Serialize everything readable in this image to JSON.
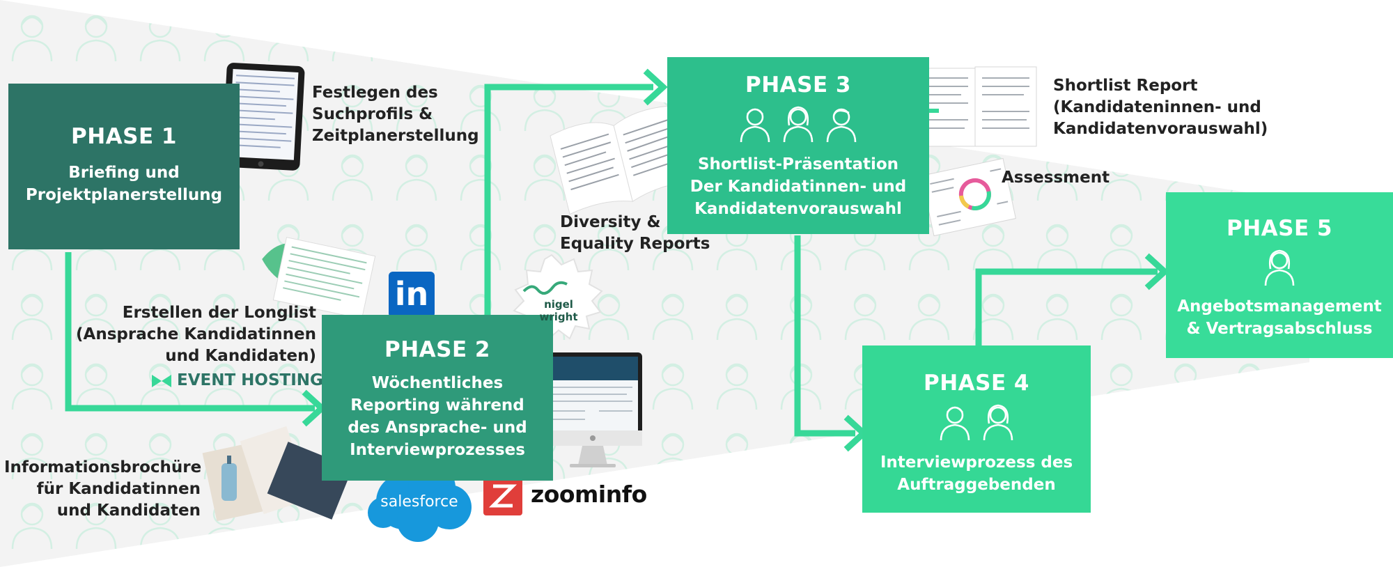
{
  "colors": {
    "phase1": "#2d7466",
    "phase2": "#2f9a7a",
    "phase3": "#2dbf8c",
    "phase4": "#35d895",
    "phase5": "#38dc99",
    "arrow": "#37d898",
    "label_text": "#222222",
    "event_hosting": "#2d7466",
    "background_shape": "#f2f2f2",
    "pattern_icon": "#cdeee0"
  },
  "phases": {
    "p1": {
      "title": "PHASE 1",
      "text_lines": [
        "Briefing und",
        "Projektplanerstellung"
      ]
    },
    "p2": {
      "title": "PHASE 2",
      "text_lines": [
        "Wöchentliches",
        "Reporting während",
        "des Ansprache- und",
        "Interviewprozesses"
      ]
    },
    "p3": {
      "title": "PHASE 3",
      "text_lines": [
        "Shortlist-Präsentation",
        "Der Kandidatinnen- und",
        "Kandidatenvorauswahl"
      ]
    },
    "p4": {
      "title": "PHASE 4",
      "text_lines": [
        "Interviewprozess des",
        "Auftraggebenden"
      ]
    },
    "p5": {
      "title": "PHASE 5",
      "text_lines": [
        "Angebotsmanagement",
        "& Vertragsabschluss"
      ]
    }
  },
  "labels": {
    "suchprofil": [
      "Festlegen des",
      "Suchprofils &",
      "Zeitplanerstellung"
    ],
    "longlist": [
      "Erstellen der Longlist",
      "(Ansprache Kandidatinnen",
      "und Kandidaten)"
    ],
    "event_hosting": "EVENT HOSTING",
    "brochure": [
      "Informationsbrochüre",
      "für Kandidatinnen",
      "und Kandidaten"
    ],
    "diversity": [
      "Diversity &",
      "Equality Reports"
    ],
    "shortlist_report": [
      "Shortlist Report",
      "(Kandidateninnen- und",
      "Kandidatenvorauswahl)"
    ],
    "assessment": "Assessment"
  },
  "logos": {
    "linkedin": "in",
    "nigel_wright": "nigel wright",
    "salesforce": "salesforce",
    "zoominfo": "zoominfo"
  },
  "icons": {
    "people": "person-outline-icon",
    "event": "bowtie-icon",
    "arrows": "arrow-right-icon"
  }
}
